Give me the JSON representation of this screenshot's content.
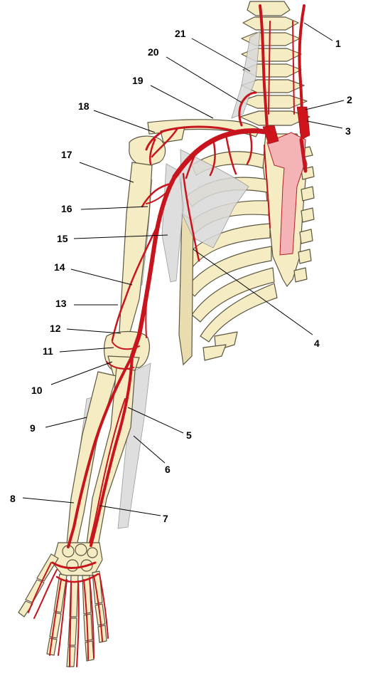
{
  "labels": {
    "l1": "1",
    "l2": "2",
    "l3": "3",
    "l4": "4",
    "l5": "5",
    "l6": "6",
    "l7": "7",
    "l8": "8",
    "l9": "9",
    "l10": "10",
    "l11": "11",
    "l12": "12",
    "l13": "13",
    "l14": "14",
    "l15": "15",
    "l16": "16",
    "l17": "17",
    "l18": "18",
    "l19": "19",
    "l20": "20",
    "l21": "21"
  },
  "colors": {
    "artery": "#c8151d",
    "aorta": "#f4b3b6",
    "bone": "#f6ecc4",
    "muscle": "#d9d9d9",
    "background": "#ffffff"
  }
}
